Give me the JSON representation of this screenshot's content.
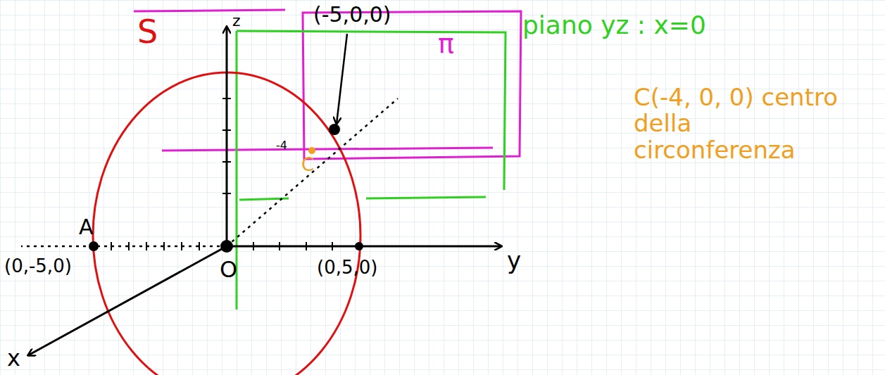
{
  "diagram": {
    "labels": [
      "S",
      "z",
      "(-5,0,0)",
      "π",
      "piano yz : x=0",
      "-4",
      "C",
      "A",
      "(0,-5,0)",
      "O",
      "(0,5,0)",
      "y",
      "x",
      "C(-4, 0, 0) centro della circonferenza"
    ]
  }
}
